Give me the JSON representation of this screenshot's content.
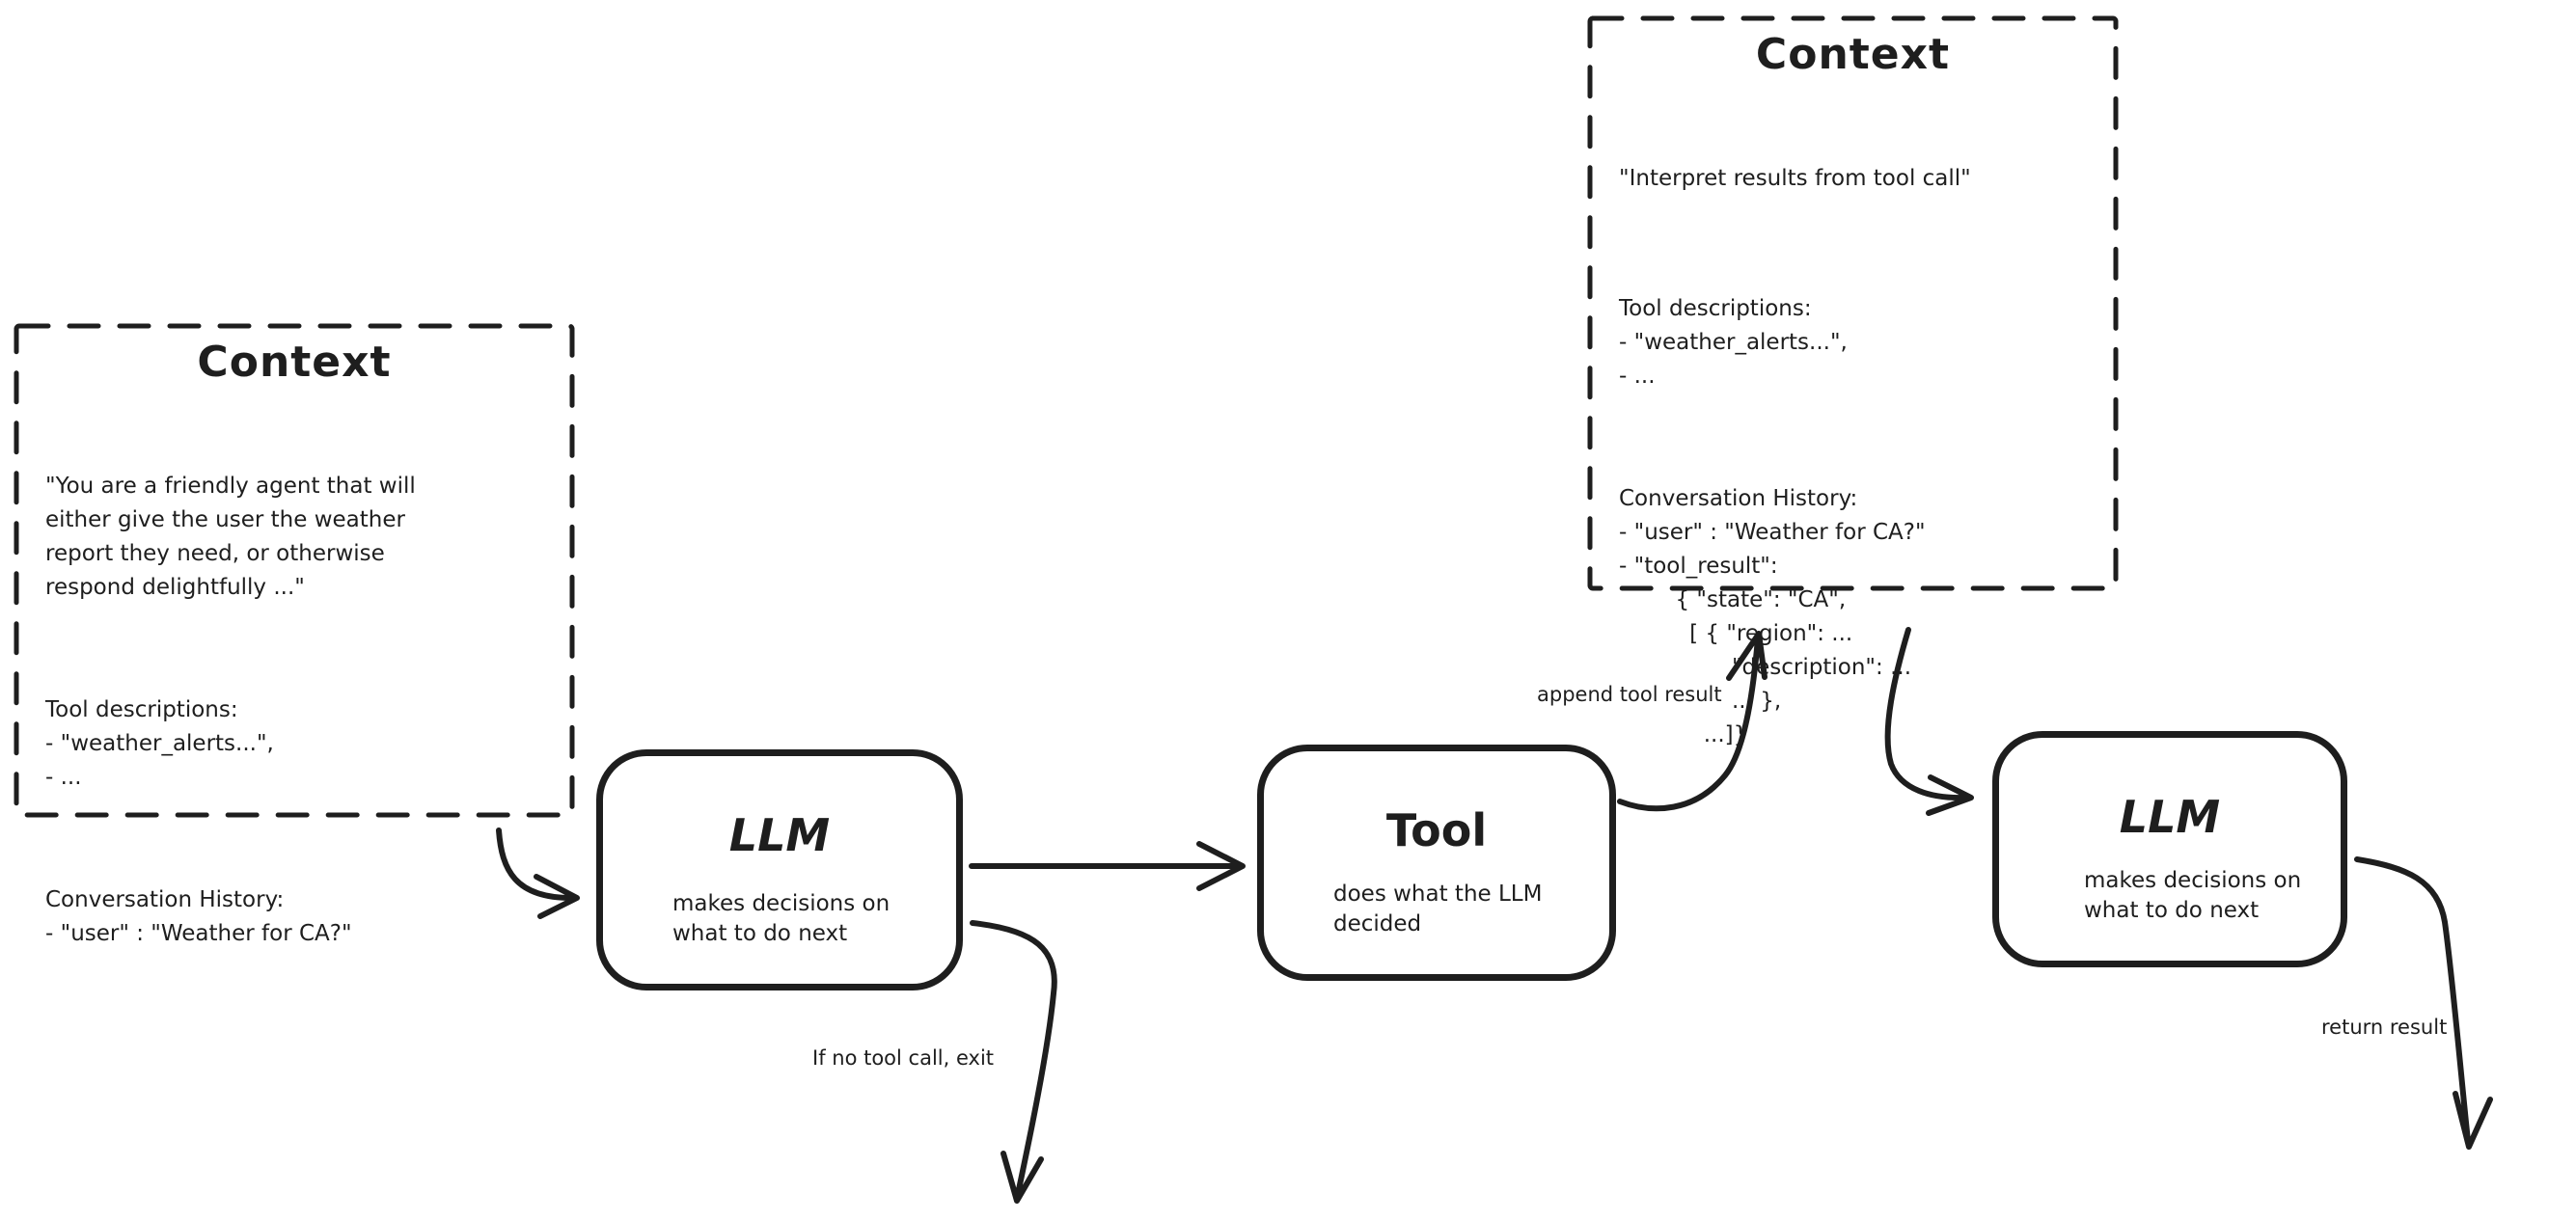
{
  "context_left": {
    "title": "Context",
    "system_prompt": "\"You are a friendly agent that will\neither give the user the weather\nreport they need, or otherwise\nrespond delightfully ...\"",
    "tool_descriptions": "Tool descriptions:\n- \"weather_alerts...\",\n- ...",
    "conversation_history": "Conversation History:\n- \"user\" : \"Weather for CA?\""
  },
  "context_top": {
    "title": "Context",
    "system_prompt": "\"Interpret results from tool call\"",
    "tool_descriptions": "Tool descriptions:\n- \"weather_alerts...\",\n- ...",
    "conversation_history": "Conversation History:\n- \"user\" : \"Weather for CA?\"\n- \"tool_result\":\n        { \"state\": \"CA\",\n          [ { \"region\": ...\n                \"description\": ...\n                ... },\n            ...]}"
  },
  "nodes": {
    "llm_1": {
      "title": "LLM",
      "subtitle": "makes decisions on\nwhat to do next"
    },
    "tool": {
      "title": "Tool",
      "subtitle": "does what the LLM\ndecided"
    },
    "llm_2": {
      "title": "LLM",
      "subtitle": "makes decisions on\nwhat to do next"
    }
  },
  "edge_labels": {
    "append_tool_result": "append tool result",
    "if_no_tool_call": "If no tool call, exit",
    "return_result": "return result"
  },
  "colors": {
    "ink": "#1e1e1e",
    "background": "#ffffff"
  }
}
